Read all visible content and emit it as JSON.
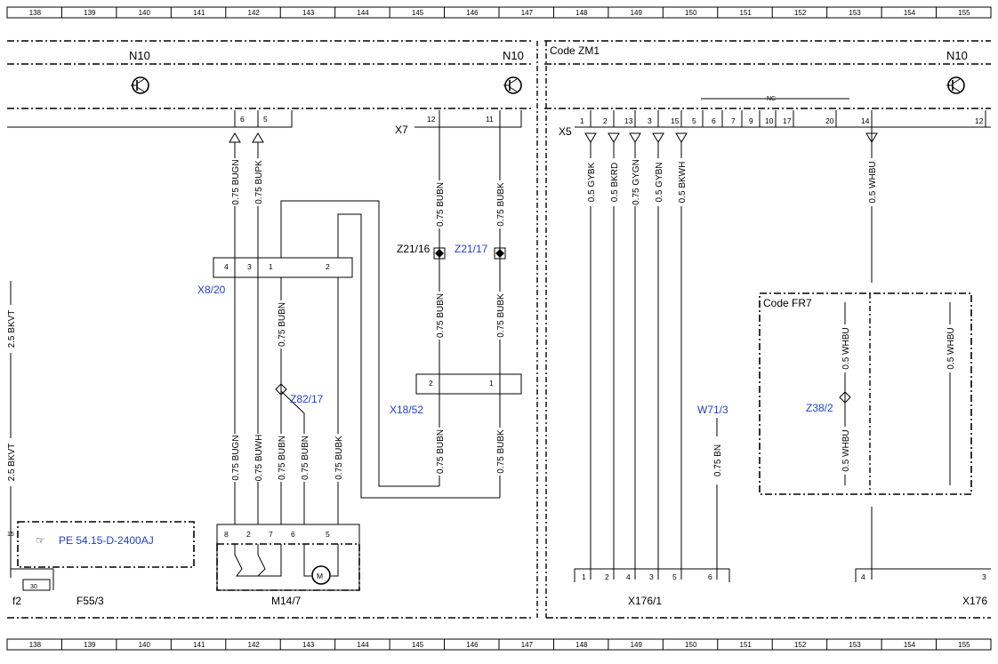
{
  "ruler": {
    "numbers": [
      "138",
      "139",
      "140",
      "141",
      "142",
      "143",
      "144",
      "145",
      "146",
      "147",
      "148",
      "149",
      "150",
      "151",
      "152",
      "153",
      "154",
      "155"
    ]
  },
  "modules": {
    "n10_left": "N10",
    "n10_mid": "N10",
    "n10_right": "N10",
    "code_zm1": "Code ZM1",
    "code_fr7": "Code FR7"
  },
  "connectors": {
    "x7": "X7",
    "x5": "X5",
    "x8_20": "X8/20",
    "x18_52": "X18/52",
    "x176_1": "X176/1",
    "x176_right": "X176",
    "m14_7": "M14/7",
    "f55_3": "F55/3",
    "f2": "f2",
    "fuse_value": "30",
    "nc": "NC",
    "ref_link": "PE 54.15-D-2400AJ"
  },
  "splices": {
    "z21_16": "Z21/16",
    "z21_17": "Z21/17",
    "z82_17": "Z82/17",
    "z38_2": "Z38/2",
    "w71_3": "W71/3"
  },
  "pins": {
    "p6": "6",
    "p5": "5",
    "p12": "12",
    "p11": "11",
    "x8_4": "4",
    "x8_3": "3",
    "x8_1": "1",
    "x8_2": "2",
    "x18_2": "2",
    "x18_1": "1",
    "m_8": "8",
    "m_2": "2",
    "m_7": "7",
    "m_6": "6",
    "m_5": "5",
    "f_15": "15",
    "x5_pins": [
      "1",
      "2",
      "13",
      "3",
      "15",
      "5",
      "6",
      "7",
      "9",
      "10",
      "17",
      "20",
      "14",
      "12"
    ],
    "x176_pins": [
      "1",
      "2",
      "4",
      "3",
      "5",
      "6"
    ],
    "x176r_4": "4",
    "x176r_3": "3",
    "motor": "M"
  },
  "wires": {
    "w_bugn_top": "0.75 BUGN",
    "w_bupk_top": "0.75 BUPK",
    "w_bubn_x7": "0.75 BUBN",
    "w_bubk_x7": "0.75 BUBK",
    "w_bubn_mid": "0.75 BUBN",
    "w_bubk_mid": "0.75 BUBK",
    "w_bubn_low": "0.75 BUBN",
    "w_bubk_low": "0.75 BUBK",
    "w_bubn_x8": "0.75 BUBN",
    "w_bugn_bot": "0.75 BUGN",
    "w_buwh_bot": "0.75 BUWH",
    "w_bubn_bot1": "0.75 BUBN",
    "w_bubn_bot2": "0.75 BUBN",
    "w_bubk_bot": "0.75 BUBK",
    "w_gybk": "0.5 GYBK",
    "w_bkrd": "0.5 BKRD",
    "w_gygn": "0.75 GYGN",
    "w_gybn": "0.5 GYBN",
    "w_bkwh": "0.5 BKWH",
    "w_whbu_top": "0.5 WHBU",
    "w_whbu_fr7a": "0.5 WHBU",
    "w_whbu_fr7b": "0.5 WHBU",
    "w_whbu_right": "0.5 WHBU",
    "w_bn": "0.75 BN",
    "w_bkvt_1": "2.5 BKVT",
    "w_bkvt_2": "2.5 BKVT"
  }
}
